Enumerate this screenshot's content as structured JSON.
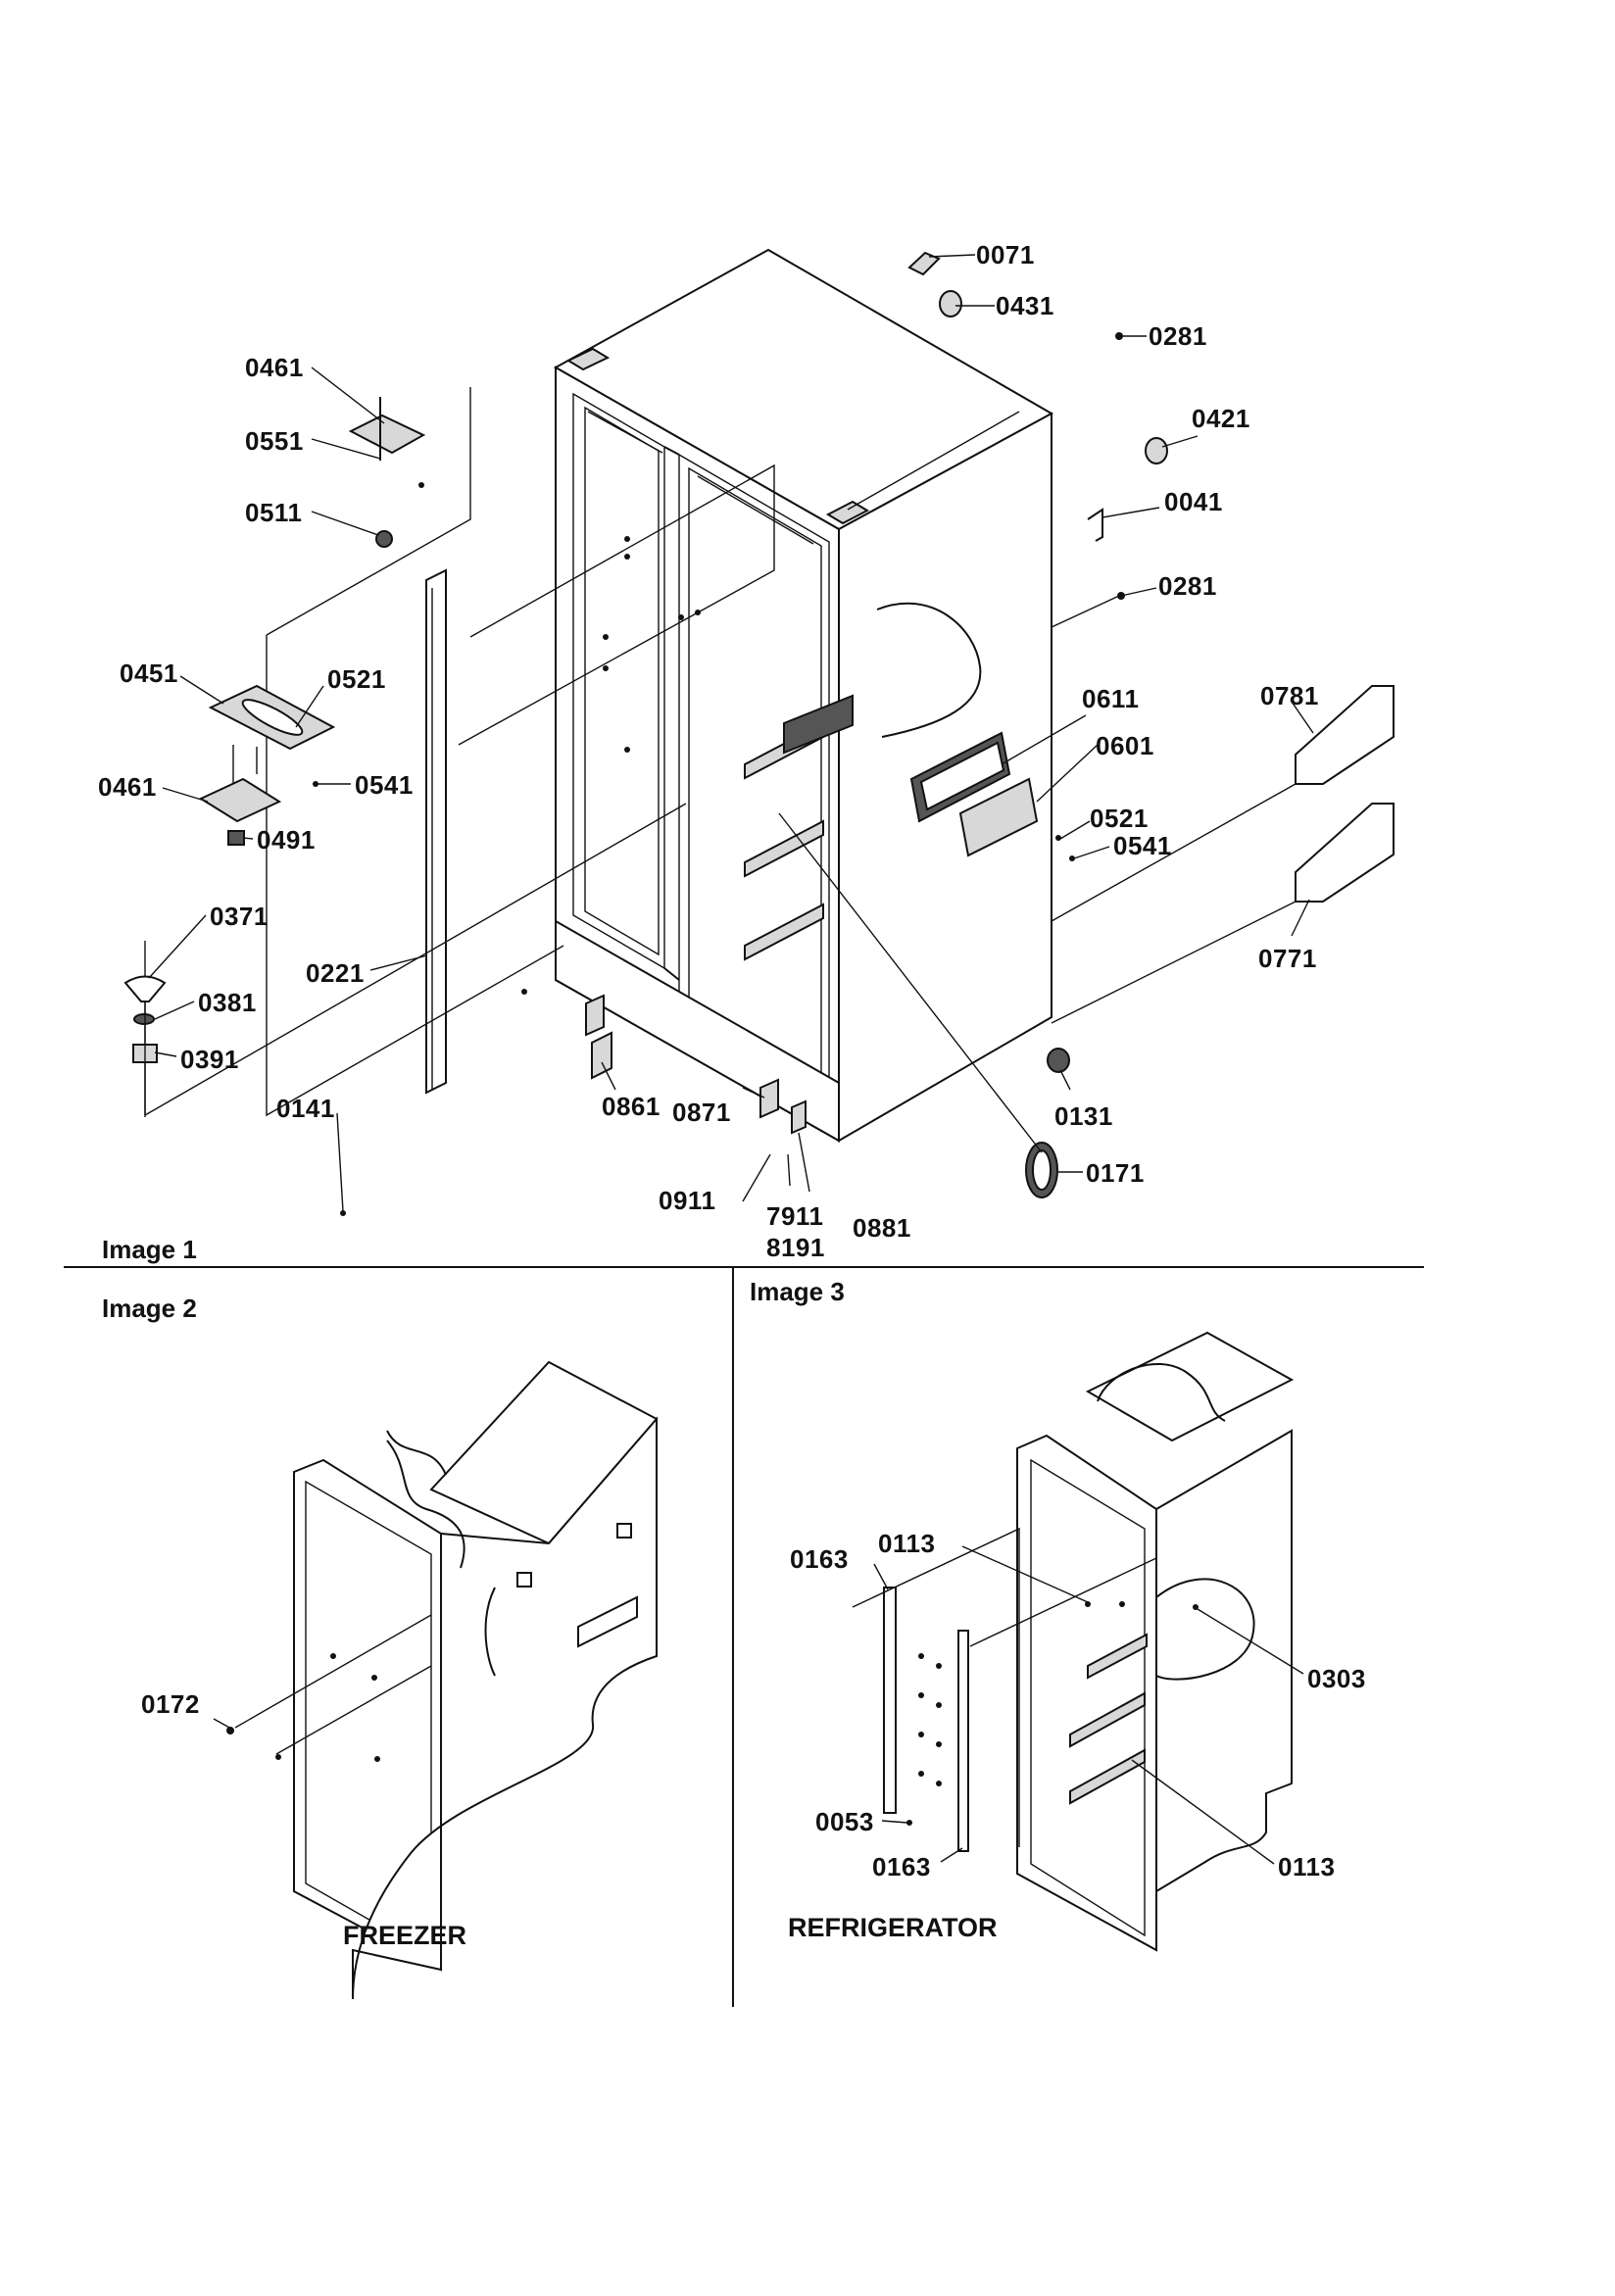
{
  "panels": {
    "image1": "Image 1",
    "image2": "Image 2",
    "image3": "Image 3"
  },
  "captions": {
    "freezer": "FREEZER",
    "refrigerator": "REFRIGERATOR"
  },
  "image1_labels": {
    "p0071": "0071",
    "p0431": "0431",
    "p0281a": "0281",
    "p0421": "0421",
    "p0041": "0041",
    "p0281b": "0281",
    "p0461a": "0461",
    "p0551": "0551",
    "p0511": "0511",
    "p0451": "0451",
    "p0521a": "0521",
    "p0541a": "0541",
    "p0461b": "0461",
    "p0491": "0491",
    "p0371": "0371",
    "p0381": "0381",
    "p0391": "0391",
    "p0221": "0221",
    "p0141": "0141",
    "p0861": "0861",
    "p0871": "0871",
    "p0911": "0911",
    "p7911": "7911",
    "p8191": "8191",
    "p0881": "0881",
    "p0131": "0131",
    "p0171": "0171",
    "p0611": "0611",
    "p0601": "0601",
    "p0521b": "0521",
    "p0541b": "0541",
    "p0781": "0781",
    "p0771": "0771"
  },
  "image2_labels": {
    "p0172": "0172"
  },
  "image3_labels": {
    "p0163a": "0163",
    "p0113a": "0113",
    "p0303": "0303",
    "p0053": "0053",
    "p0163b": "0163",
    "p0113b": "0113"
  }
}
